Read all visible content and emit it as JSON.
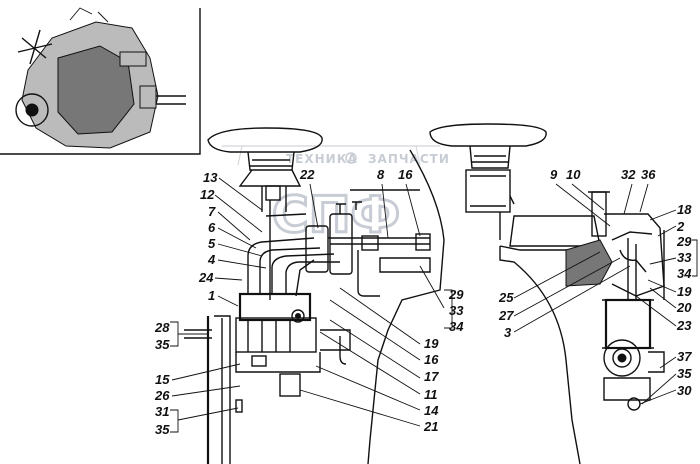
{
  "watermark": {
    "top_left": "ТЕХНИКА",
    "top_right": "ЗАПЧАСТИ",
    "big": "СПФ"
  },
  "labels_left": [
    "13",
    "12",
    "7",
    "6",
    "5",
    "4",
    "24",
    "1",
    "28",
    "35",
    "15",
    "26",
    "31",
    "35",
    "22",
    "8",
    "16",
    "29",
    "33",
    "34",
    "19",
    "16",
    "17",
    "11",
    "14",
    "21"
  ],
  "labels_right": [
    "9",
    "10",
    "32",
    "36",
    "18",
    "2",
    "29",
    "33",
    "34",
    "19",
    "20",
    "23",
    "25",
    "27",
    "3",
    "37",
    "35",
    "30"
  ]
}
